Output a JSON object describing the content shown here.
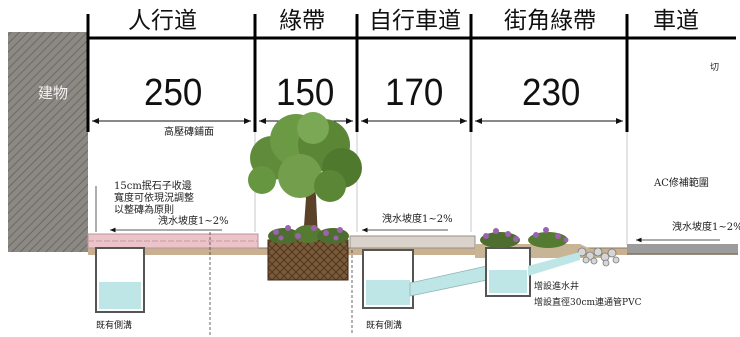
{
  "zones": [
    {
      "label": "人行道",
      "width": "250"
    },
    {
      "label": "綠帶",
      "width": "150"
    },
    {
      "label": "自行車道",
      "width": "170"
    },
    {
      "label": "街角綠帶",
      "width": "230"
    },
    {
      "label": "車道",
      "width": ""
    }
  ],
  "building_label": "建物",
  "cut_edge_label": "切",
  "annotations": {
    "paving": "高壓磚鋪面",
    "curb_note": [
      "15cm抿石子收邊",
      "寬度可依現況調整",
      "以整磚為原則"
    ],
    "slope_sidewalk": "洩水坡度1~2%",
    "slope_bike": "洩水坡度1~2%",
    "slope_road": "洩水坡度1~2%",
    "ac_repair": "AC修補範圍",
    "inlet": "增設進水井",
    "pvc_pipe": "增設直徑30cm連通管PVC",
    "ditch_left": "既有側溝",
    "ditch_mid": "既有側溝"
  },
  "colors": {
    "building": "#8c8883",
    "paver": "#ecc3c8",
    "water": "#bfe6e6",
    "planter": "#7a5a38",
    "soil": "#b89a76",
    "asphalt": "#9c9c9c"
  }
}
